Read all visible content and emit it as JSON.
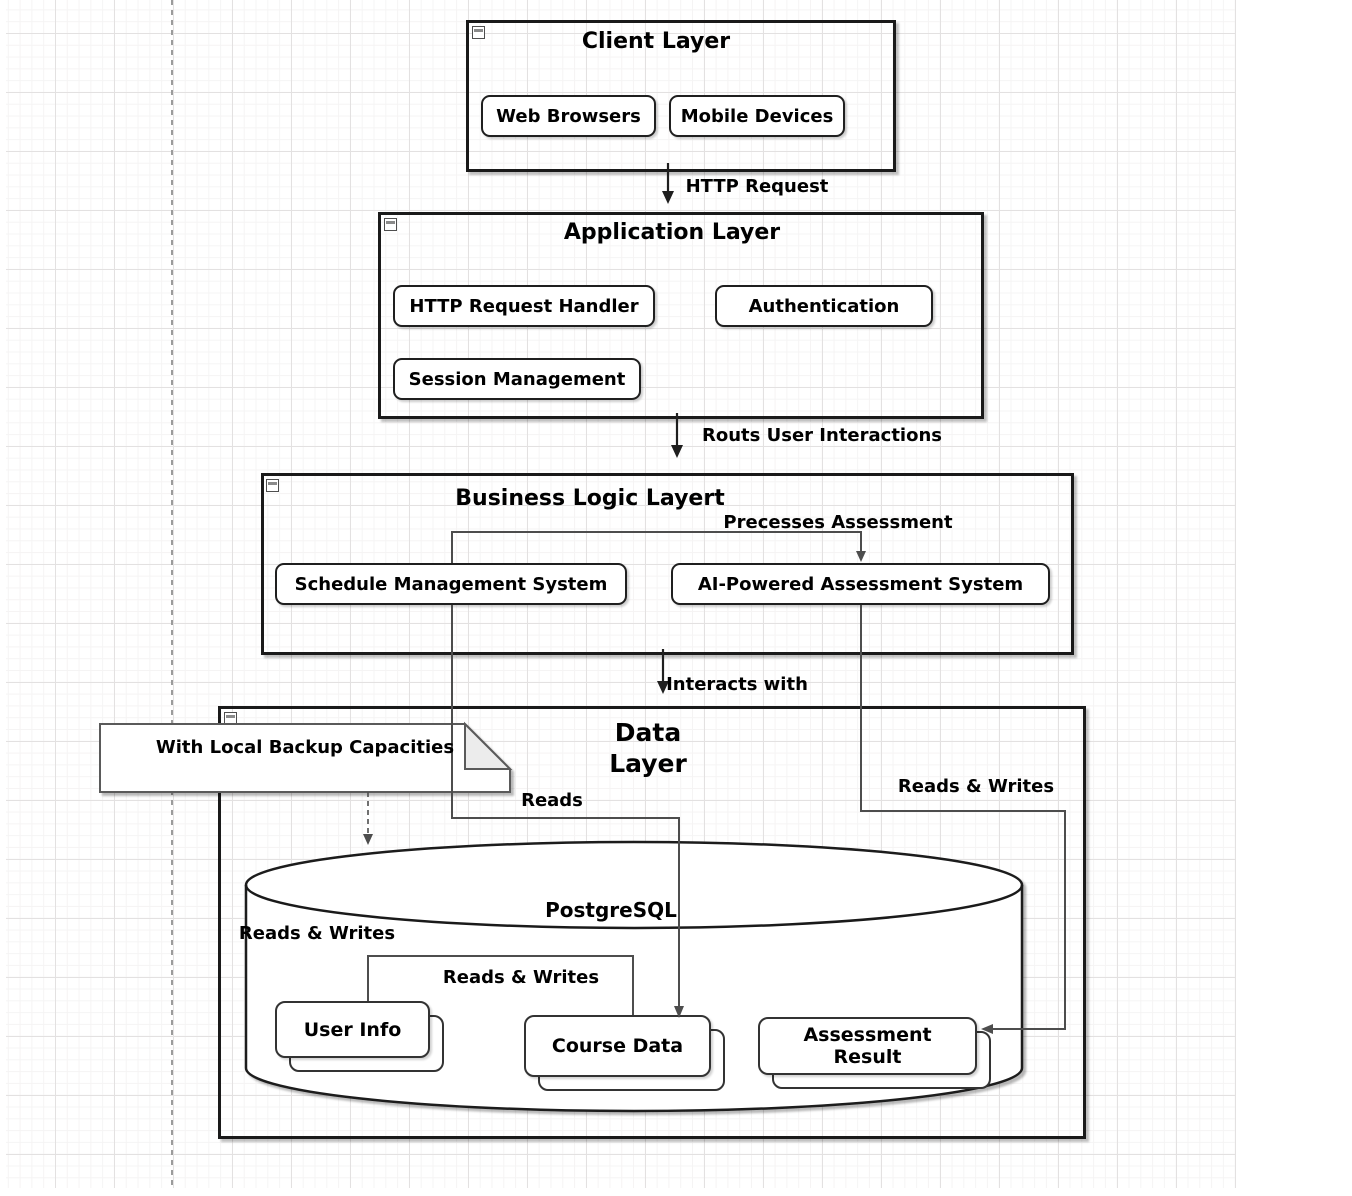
{
  "canvas": {
    "bg": "#ffffff",
    "grid_minor": "#f5f4f4",
    "grid_major": "#e3e1e1",
    "line": "#4d4d4d",
    "arrow": "#1f1f1f"
  },
  "layers": {
    "client": {
      "title": "Client Layer",
      "items": [
        {
          "label": "Web Browsers"
        },
        {
          "label": "Mobile Devices"
        }
      ]
    },
    "application": {
      "title": "Application Layer",
      "items": [
        {
          "label": "HTTP Request Handler"
        },
        {
          "label": "Authentication"
        },
        {
          "label": "Session Management"
        }
      ]
    },
    "business": {
      "title": "Business Logic Layert",
      "items": [
        {
          "label": "Schedule Management System"
        },
        {
          "label": "AI-Powered Assessment System"
        }
      ]
    },
    "data": {
      "title_lines": [
        "Data",
        "Layer"
      ]
    }
  },
  "database": {
    "name": "PostgreSQL",
    "tables": [
      {
        "label": "User Info"
      },
      {
        "label": "Course Data"
      },
      {
        "label_lines": [
          "Assessment",
          "Result"
        ]
      }
    ]
  },
  "note": {
    "text": "With Local Backup Capacities"
  },
  "edges": {
    "http_request": "HTTP Request",
    "routs_user_interactions": "Routs User Interactions",
    "precesses_assessment": "Precesses Assessment",
    "interacts_with": "Interacts with",
    "reads": "Reads",
    "reads_and_writes_outer": "Reads & Writes",
    "reads_and_writes_tables": "Reads & Writes",
    "reads_and_writes_assessment": "Reads & Writes"
  },
  "icons": {
    "collapse": "collapse-minus-icon"
  }
}
